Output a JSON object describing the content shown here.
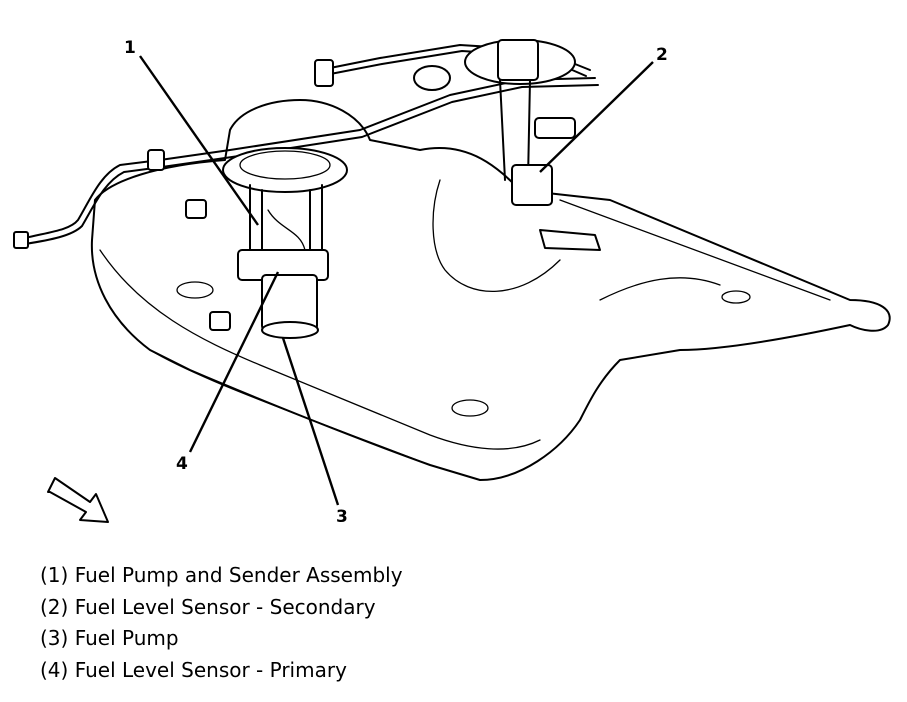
{
  "callouts": {
    "c1": "1",
    "c2": "2",
    "c3": "3",
    "c4": "4"
  },
  "legend": [
    "(1) Fuel Pump and Sender Assembly",
    "(2) Fuel Level Sensor - Secondary",
    "(3) Fuel Pump",
    "(4) Fuel Level Sensor - Primary"
  ]
}
